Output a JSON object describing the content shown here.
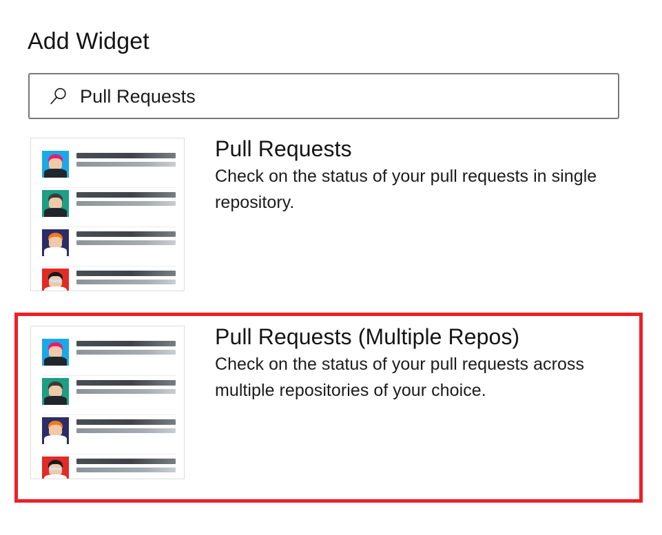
{
  "page": {
    "title": "Add Widget",
    "background": "#ffffff"
  },
  "search": {
    "icon": "search-icon",
    "value": "Pull Requests",
    "placeholder": "Search widgets"
  },
  "highlight": {
    "color": "#ED2024",
    "target_index": 1
  },
  "results": [
    {
      "title": "Pull Requests",
      "description": "Check on the status of your pull requests in single repository.",
      "selected": false,
      "thumbnail": {
        "name": "pull-requests-widget-preview",
        "rows": [
          {
            "avatar": {
              "bg": "#1BA8E8",
              "hat": "#E81B6E",
              "body": "#20262b",
              "glasses": false
            }
          },
          {
            "avatar": {
              "bg": "#1E9E82",
              "hat": "#3b3b3b",
              "body": "#20262b",
              "glasses": false
            }
          },
          {
            "avatar": {
              "bg": "#2B2D64",
              "hat": "#F07B1E",
              "body": "#ffffff",
              "glasses": false
            }
          },
          {
            "avatar": {
              "bg": "#E02B26",
              "hat": "#191919",
              "body": "#ffffff",
              "glasses": true
            }
          }
        ]
      }
    },
    {
      "title": "Pull Requests (Multiple Repos)",
      "description": "Check on the status of your pull requests across multiple repositories of your choice.",
      "selected": true,
      "thumbnail": {
        "name": "pull-requests-multiple-repos-widget-preview",
        "rows": [
          {
            "avatar": {
              "bg": "#1BA8E8",
              "hat": "#E81B6E",
              "body": "#20262b",
              "glasses": false
            }
          },
          {
            "avatar": {
              "bg": "#1E9E82",
              "hat": "#3b3b3b",
              "body": "#20262b",
              "glasses": false
            }
          },
          {
            "avatar": {
              "bg": "#2B2D64",
              "hat": "#F07B1E",
              "body": "#ffffff",
              "glasses": false
            }
          },
          {
            "avatar": {
              "bg": "#E02B26",
              "hat": "#191919",
              "body": "#ffffff",
              "glasses": true
            }
          }
        ]
      }
    }
  ]
}
